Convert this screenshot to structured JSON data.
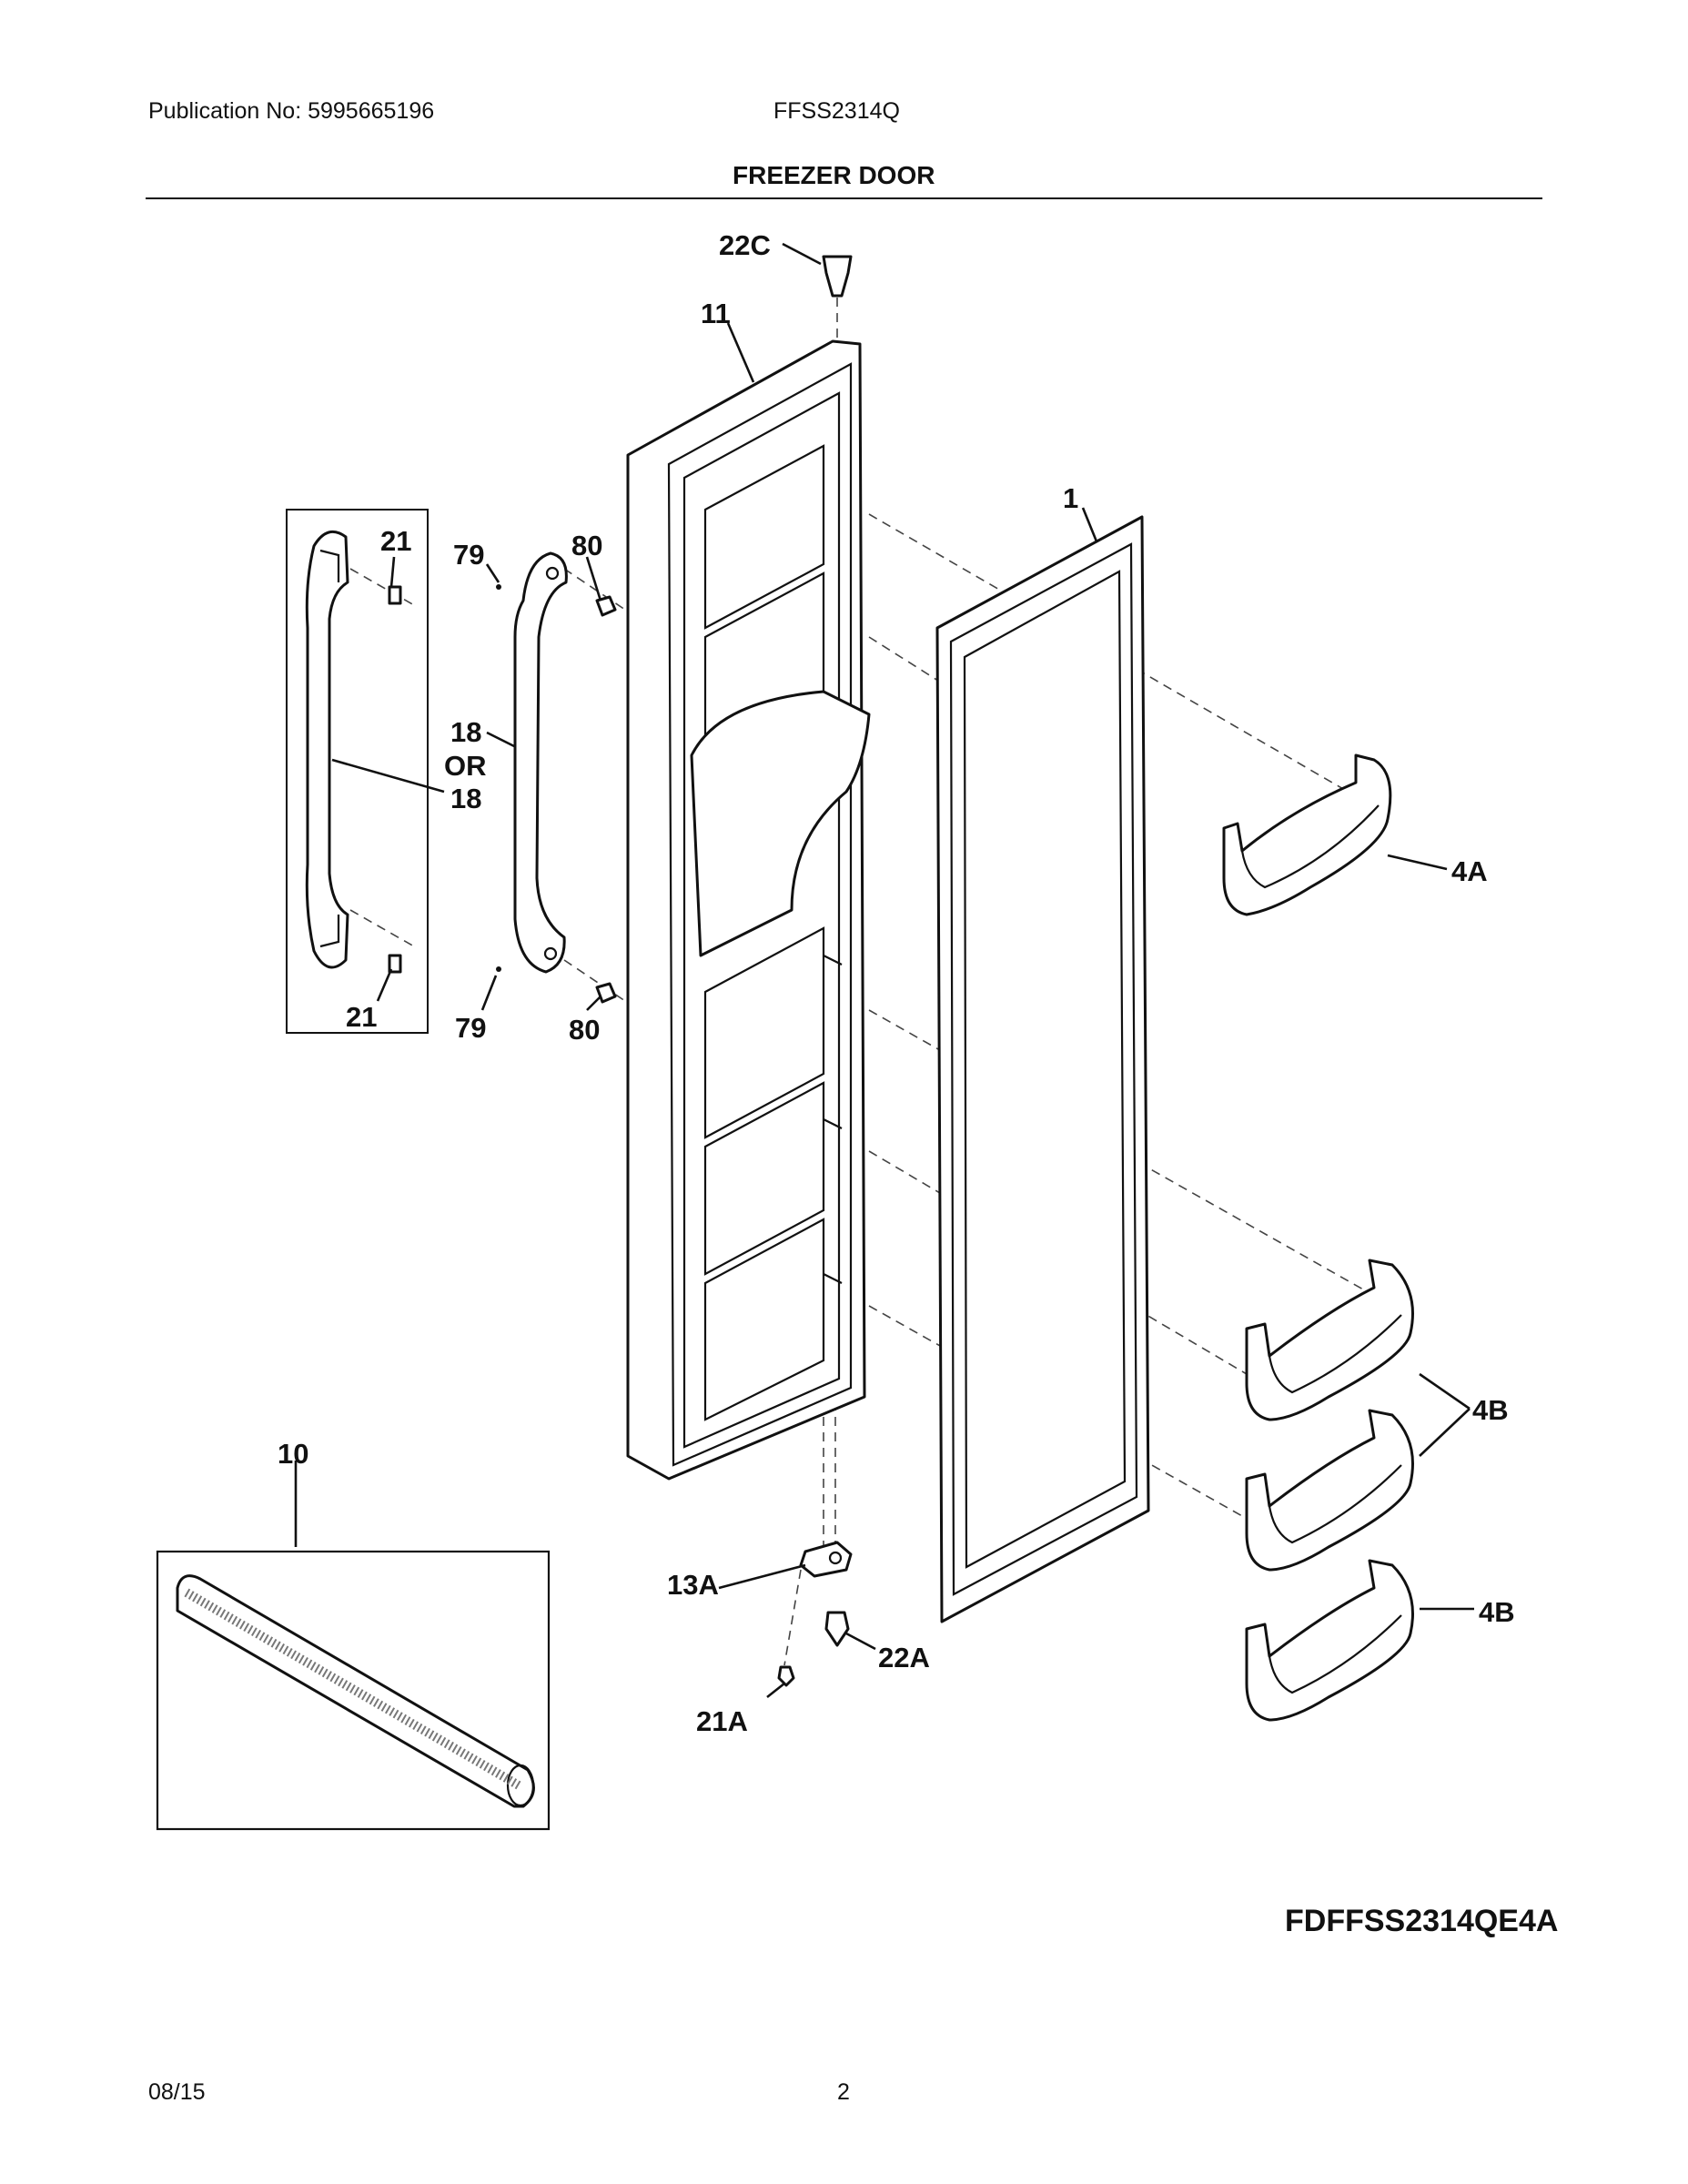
{
  "header": {
    "publication": "Publication No: 5995665196",
    "model": "FFSS2314Q",
    "section_title": "FREEZER DOOR"
  },
  "labels": {
    "part_22C": "22C",
    "part_11": "11",
    "part_1": "1",
    "part_21_top": "21",
    "part_79_top": "79",
    "part_80_top": "80",
    "part_18_a": "18",
    "part_or": "OR",
    "part_18_b": "18",
    "part_21_bottom": "21",
    "part_79_bottom": "79",
    "part_80_bottom": "80",
    "part_4A": "4A",
    "part_4B_a": "4B",
    "part_4B_b": "4B",
    "part_10": "10",
    "part_13A": "13A",
    "part_22A": "22A",
    "part_21A": "21A"
  },
  "diagram_code": "FDFFSS2314QE4A",
  "footer": {
    "date": "08/15",
    "page": "2"
  }
}
